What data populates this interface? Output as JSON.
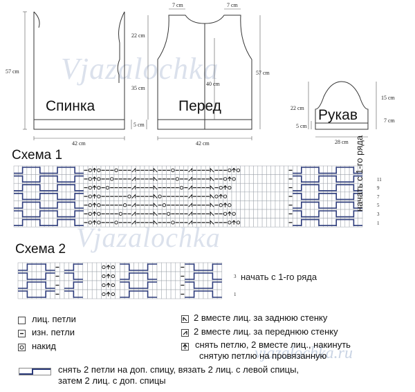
{
  "watermark": {
    "text": "Vjazalochka",
    "url": "vjazalochka.ru"
  },
  "pieces": {
    "back": {
      "name": "Спинка",
      "dims": {
        "height": "57 cm",
        "width": "42 cm",
        "hem": "5 cm"
      }
    },
    "front": {
      "name": "Перед",
      "dims": {
        "top_left": "7 cm",
        "top_right": "7 cm",
        "upper": "22 cm",
        "lower": "35 cm",
        "inner": "40 cm",
        "total": "57 cm",
        "hem": "5 cm",
        "width": "42 cm"
      }
    },
    "sleeve": {
      "name": "Рукав",
      "dims": {
        "side": "22 cm",
        "hem": "5 cm",
        "cap": "15 cm",
        "body": "7 cm",
        "width": "28 cm"
      }
    }
  },
  "scheme1": {
    "title": "Схема 1",
    "start_note": "начать с 1-го ряда",
    "row_numbers": [
      "1",
      "3",
      "5",
      "7",
      "9",
      "11"
    ]
  },
  "scheme2": {
    "title": "Схема 2",
    "start_note": "начать с 1-го ряда",
    "row_numbers": [
      "1",
      "3"
    ]
  },
  "legend": {
    "knit": "лиц. петли",
    "purl": "изн. петли",
    "yo": "накид",
    "k2tog_back": "2 вместе лиц. за заднюю стенку",
    "k2tog_front": "2 вместе лиц. за переднюю стенку",
    "sk2p_line1": "снять петлю, 2 вместе лиц., накинуть",
    "sk2p_line2": "снятую петлю на провязанную",
    "cable_line1": "снять 2 петли на доп. спицу, вязать 2 лиц. с левой спицы,",
    "cable_line2": "затем 2 лиц. с доп. спицы"
  }
}
